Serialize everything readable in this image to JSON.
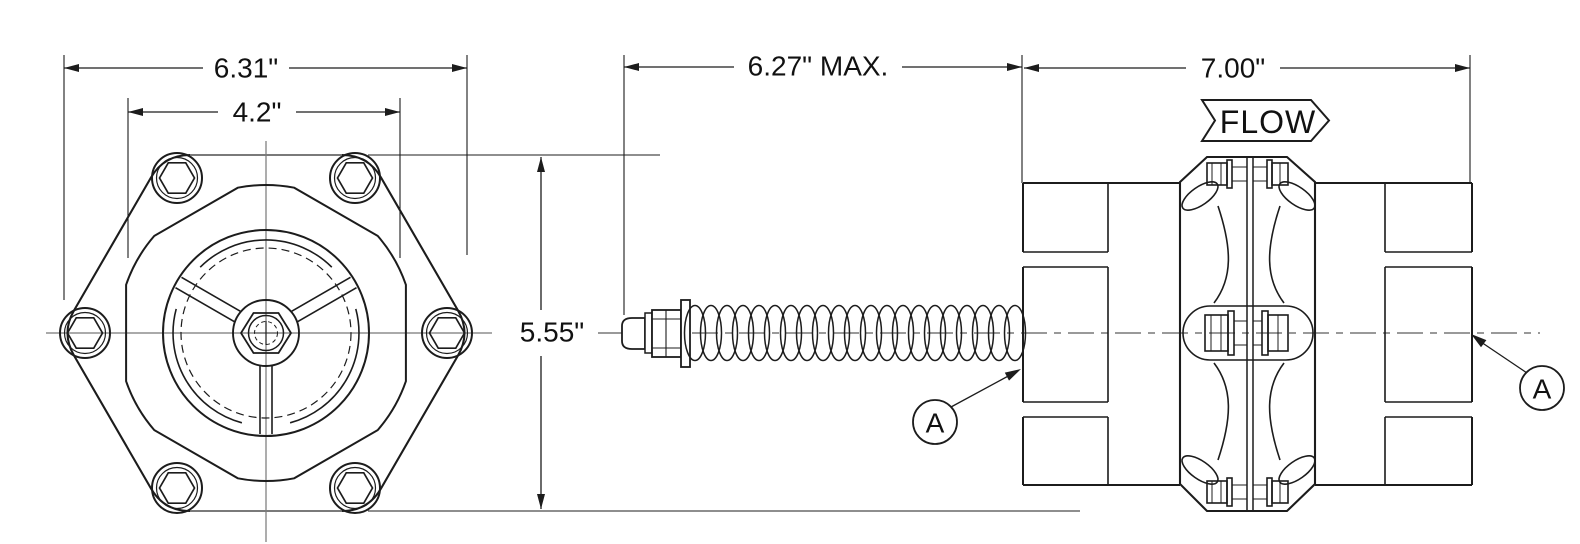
{
  "drawing": {
    "type": "engineering-dimension-drawing",
    "background_color": "#ffffff",
    "line_color": "#1c1c1c",
    "centerline_color": "#7a7a7a",
    "views": {
      "front_view": "hex valve body front view with six bolts and three-spoke cover",
      "spring_assembly": "adjusting stem with nut, follower plate and coil spring",
      "side_view": "valve body side view with bolted center flange and threaded end ports"
    },
    "dimensions": {
      "across_corners": {
        "label": "6.31\""
      },
      "across_flats": {
        "label": "4.2\""
      },
      "spring_max": {
        "label": "6.27\" MAX."
      },
      "body_length": {
        "label": "7.00\""
      },
      "height": {
        "label": "5.55\""
      }
    },
    "flow": {
      "label": "FLOW",
      "direction": "right"
    },
    "callouts": {
      "a_left": {
        "label": "A"
      },
      "a_right": {
        "label": "A"
      }
    }
  }
}
